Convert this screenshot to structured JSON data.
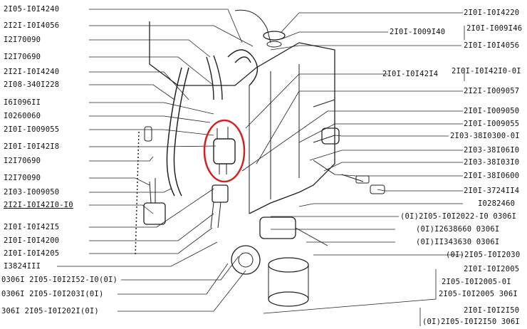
{
  "left_labels": [
    "2I05-I0I4240",
    "2I2I-I0I4056",
    "I2I70090",
    "I2I70690",
    "2I2I-I0I4240",
    "2I08-340I228",
    "I6I096II",
    "I0260060",
    "2I0I-I009055",
    "2I0I-I0I42I8",
    "I2I70690",
    "I2I70090",
    "2I03-I009050",
    "2I2I-I0I42I0-I0",
    "2I0I-I0I42I5",
    "2I0I-I0I4200",
    "2I0I-I0I4205",
    "I3824III",
    "0306I 2I05-I0I2I52-I0(0I)",
    "0306I 2I05-I0I203I(0I)",
    "306I 2I05-I0I202I(0I)"
  ],
  "right_labels": [
    "2I0I-I0I4220",
    "2I0I-I009I40",
    "2I0I-I009I46",
    "2I0I-I0I4056",
    "2I0I-I0I42I4",
    "2I0I-I0I42I0-0I",
    "2I2I-I009057",
    "2I0I-I009050",
    "2I0I-I009055",
    "2I03-38I0300-0I",
    "2I03-38I06I0",
    "2I03-38I03I0",
    "2I0I-38I0600",
    "2I0I-3724II4",
    "I0282460",
    "(0I)2I05-I0I2022-I0 0306I",
    "(0I)I2638660 0306I",
    "(0I)II343630 0306I",
    "(0I)2I05-I0I2030",
    "2I0I-I0I2005",
    "2I05-I0I2005-0I",
    "2I05-I0I2005 306I",
    "2I0I-I0I2I50",
    "(0I)2I05-I0I2I50 306I"
  ],
  "highlight_color": "#d42020"
}
